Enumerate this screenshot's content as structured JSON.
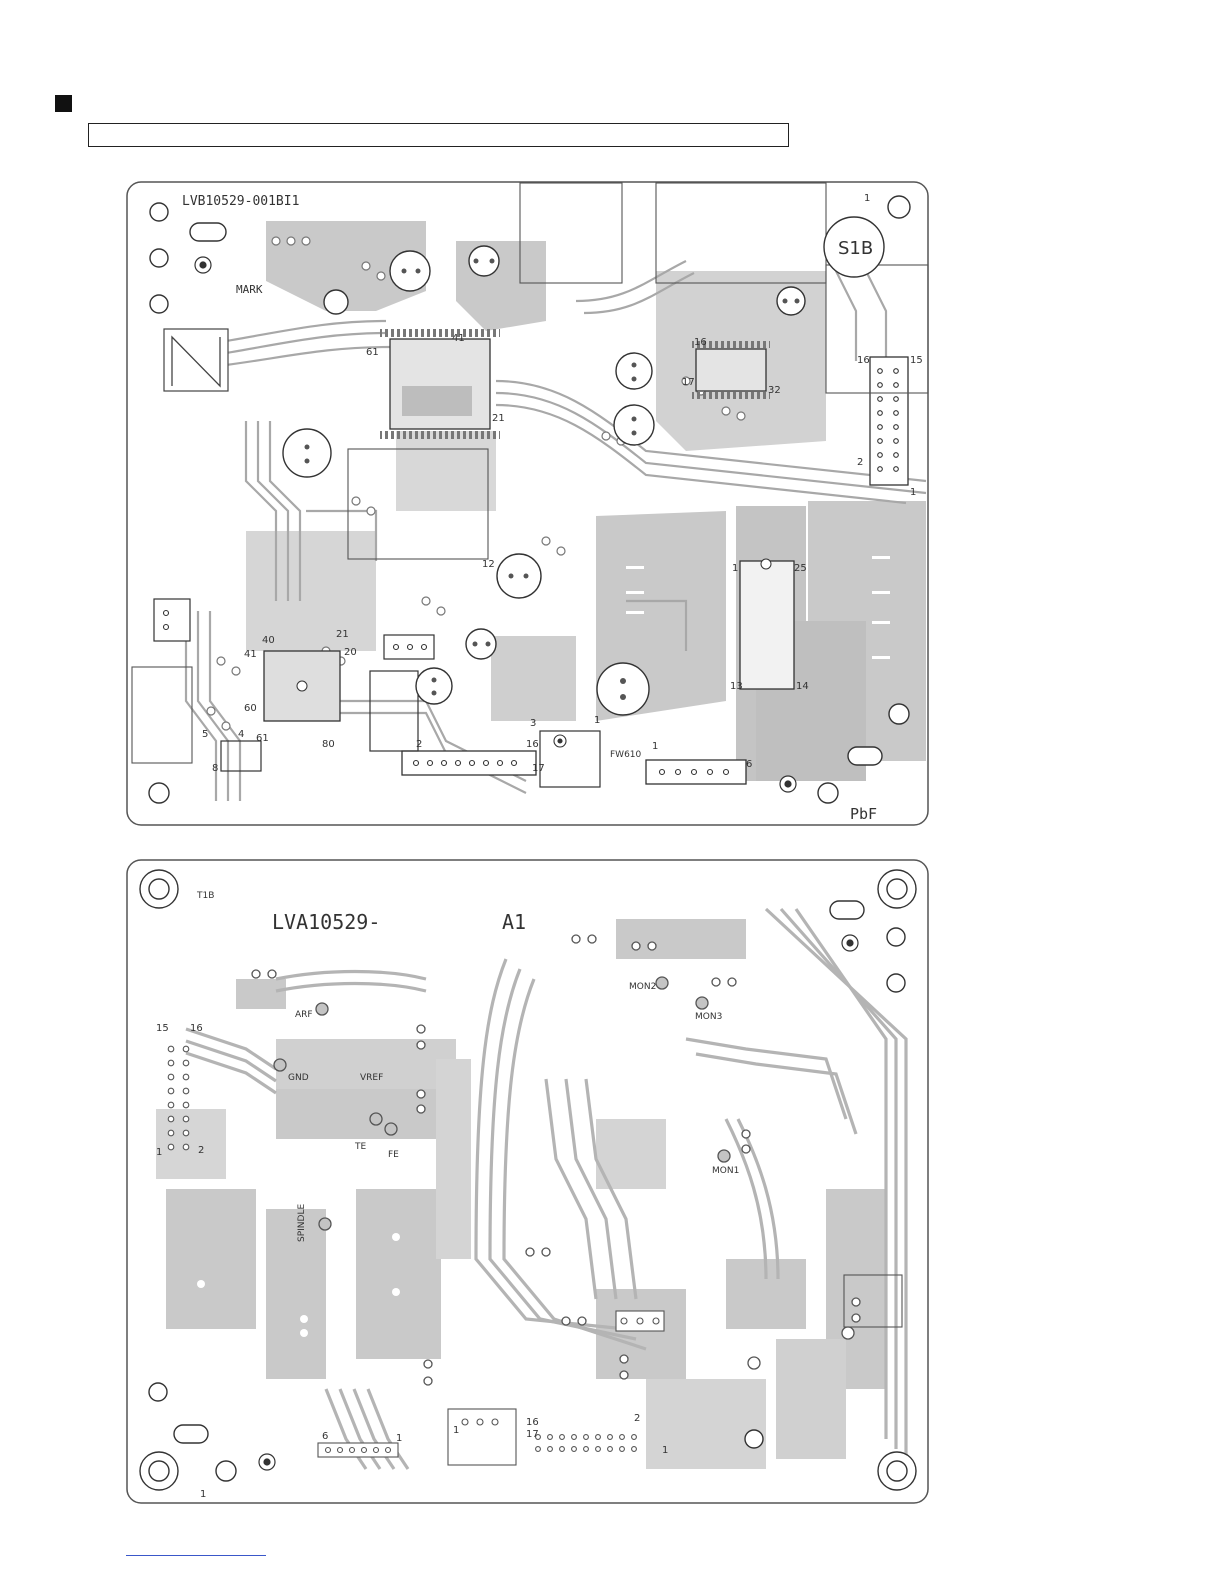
{
  "top_board": {
    "code": "LVB10529-001BI1",
    "mark": "MARK",
    "switch": "S1B",
    "pbf": "PbF",
    "fw": "FW610",
    "pins": {
      "ic_main_61": "61",
      "ic_main_41": "41",
      "ic_main_21": "21",
      "ic2_16": "16",
      "ic2_17": "17",
      "ic2_32": "32",
      "conn_16": "16",
      "conn_15": "15",
      "conn_2": "2",
      "conn_1": "1",
      "ic3_1": "1",
      "ic3_25": "25",
      "ic3_13": "13",
      "ic3_14": "14",
      "ic4_40": "40",
      "ic4_41": "41",
      "ic4_21": "21",
      "ic4_20": "20",
      "ic4_60": "60",
      "ic4_61": "61",
      "ic4_80": "80",
      "ic5_5": "5",
      "ic5_4": "4",
      "ic5_8": "8",
      "cn_2": "2",
      "cn_16": "16",
      "cn_17": "17",
      "cn_3": "3",
      "cn_1": "1",
      "cn6_1": "1",
      "cn6_6": "6",
      "top_1": "1",
      "ic6_12": "12"
    }
  },
  "bottom_board": {
    "code": "LVA10529-",
    "code_suffix": "A1",
    "t1b": "T1B",
    "test_points": [
      "ARF",
      "GND",
      "VREF",
      "TE",
      "FE",
      "MON2",
      "MON3",
      "MON1",
      "SPINDLE"
    ],
    "pins": {
      "left_15": "15",
      "left_16": "16",
      "left_1": "1",
      "left_2": "2",
      "bot_6": "6",
      "bot_1": "1",
      "bot_1b": "1",
      "conn_16": "16",
      "conn_17": "17",
      "conn_2": "2",
      "conn_1": "1",
      "corner_1": "1"
    }
  }
}
